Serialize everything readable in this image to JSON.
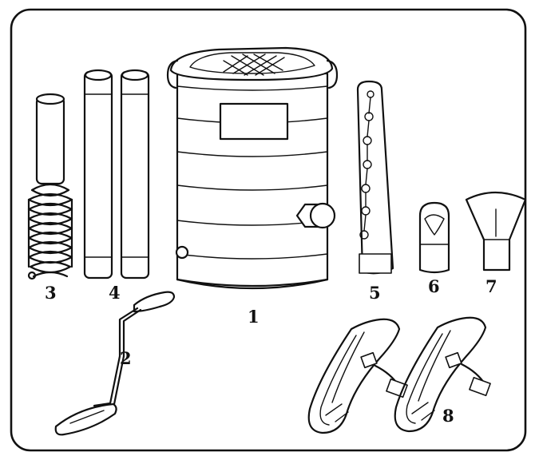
{
  "figure": {
    "parts": [
      {
        "id": "tank",
        "label": "1",
        "icon": "sprayer-tank"
      },
      {
        "id": "crank",
        "label": "2",
        "icon": "hand-crank"
      },
      {
        "id": "bellows",
        "label": "3",
        "icon": "bellows-tube"
      },
      {
        "id": "tubes",
        "label": "4",
        "icon": "straight-tubes"
      },
      {
        "id": "nozzle-rod",
        "label": "5",
        "icon": "perforated-rod"
      },
      {
        "id": "nozzle",
        "label": "6",
        "icon": "round-nozzle"
      },
      {
        "id": "fan-nozzle",
        "label": "7",
        "icon": "fan-nozzle"
      },
      {
        "id": "straps",
        "label": "8",
        "icon": "shoulder-straps"
      }
    ],
    "colors": {
      "ink": "#111111",
      "paper": "#ffffff"
    }
  }
}
